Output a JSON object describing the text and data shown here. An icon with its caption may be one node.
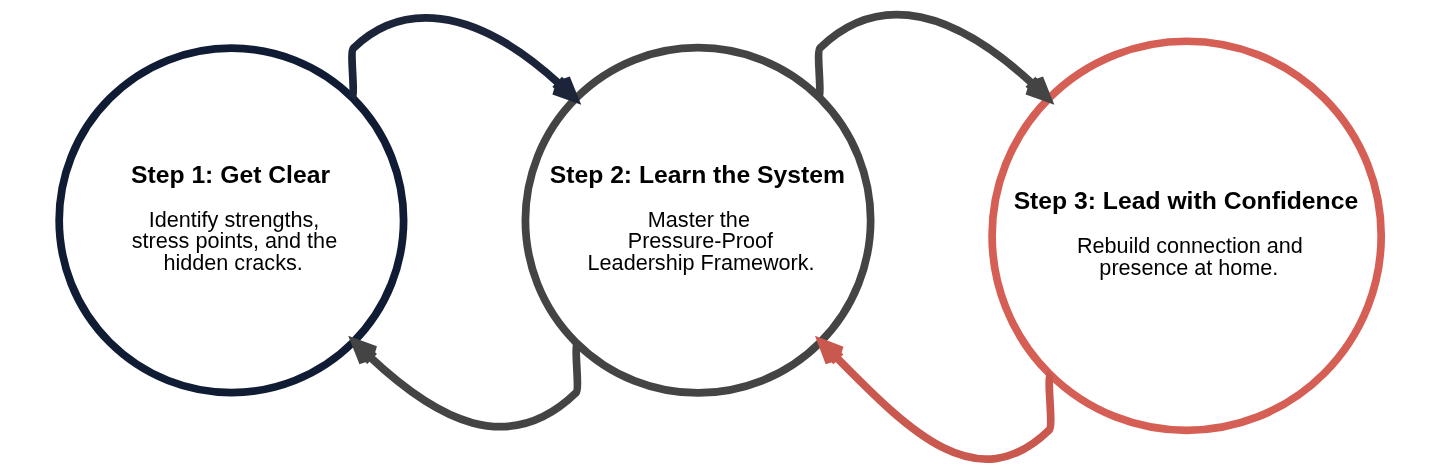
{
  "diagram": {
    "nodes": [
      {
        "text": [
          "Step 1: Get Clear",
          "Identify strengths, stress points, and the hidden cracks."
        ]
      },
      {
        "text": [
          "Step 2: Learn the System",
          "Master the Pressure-Proof Leadership Framework."
        ]
      },
      {
        "text": [
          "Step 3: Lead with Confidence",
          "Rebuild connection and presence at home."
        ]
      }
    ],
    "edges": [
      {
        "from": 0,
        "to": 1,
        "arrow": "to",
        "color": "#1b2438"
      },
      {
        "from": 1,
        "to": 2,
        "arrow": "to"
      },
      {
        "from": 2,
        "to": 1,
        "arrow": "to",
        "color": "#c9584f"
      },
      {
        "from": 1,
        "to": 0,
        "arrow": "to"
      }
    ]
  }
}
